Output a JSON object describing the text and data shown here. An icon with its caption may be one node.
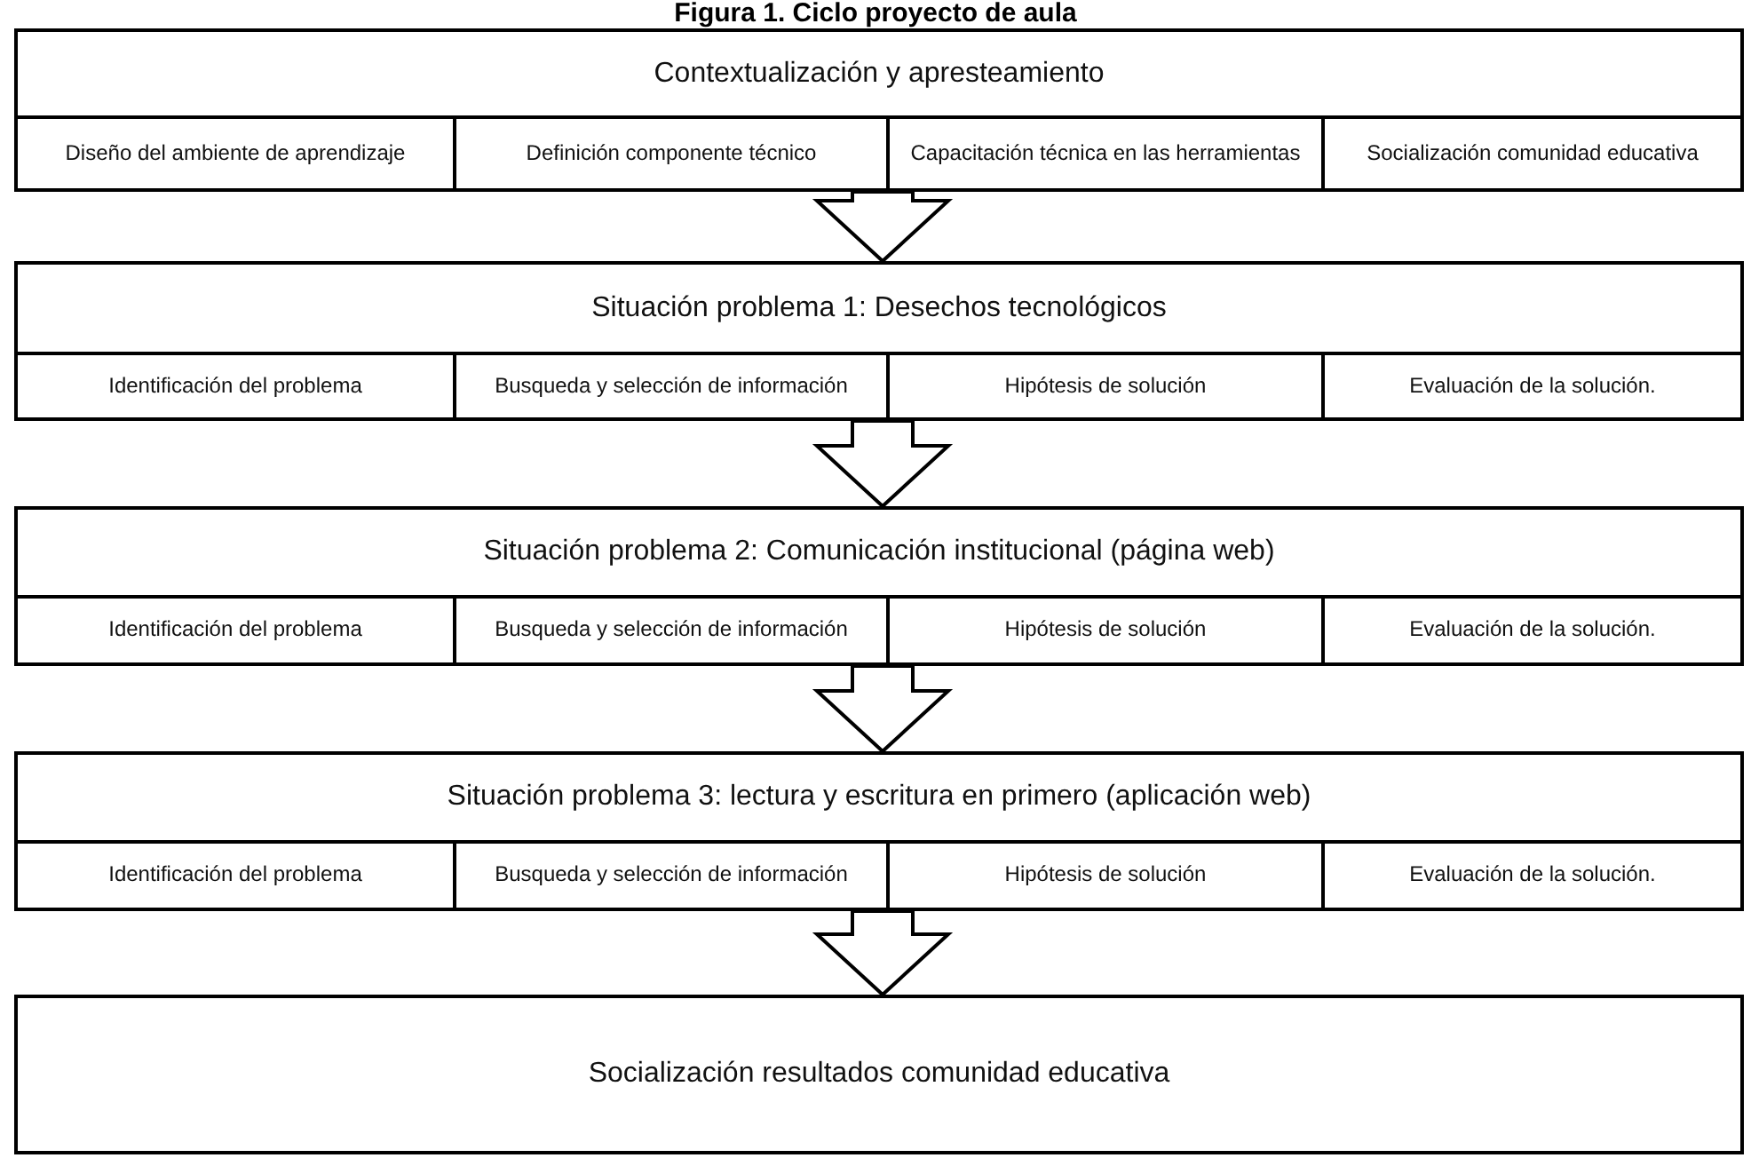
{
  "diagram": {
    "title": "Figura 1. Ciclo proyecto de aula",
    "nodes": [
      {
        "text": [
          "Contextualización y apresteamiento"
        ]
      },
      {
        "text": [
          "Diseño del ambiente de aprendizaje"
        ],
        "in": 0
      },
      {
        "text": [
          "Definición componente técnico"
        ],
        "in": 0
      },
      {
        "text": [
          "Capacitación técnica en las herramientas"
        ],
        "in": 0
      },
      {
        "text": [
          "Socialización comunidad educativa"
        ],
        "in": 0
      },
      {
        "text": [
          "Situación problema 1: Desechos tecnológicos"
        ]
      },
      {
        "text": [
          "Identificación del problema"
        ],
        "in": 5
      },
      {
        "text": [
          "Busqueda y selección de información"
        ],
        "in": 5
      },
      {
        "text": [
          "Hipótesis de solución"
        ],
        "in": 5
      },
      {
        "text": [
          "Evaluación de la solución."
        ],
        "in": 5
      },
      {
        "text": [
          "Situación problema 2: Comunicación institucional (página web)"
        ]
      },
      {
        "text": [
          "Identificación del problema"
        ],
        "in": 10
      },
      {
        "text": [
          "Busqueda y selección de información"
        ],
        "in": 10
      },
      {
        "text": [
          "Hipótesis de solución"
        ],
        "in": 10
      },
      {
        "text": [
          "Evaluación de la solución."
        ],
        "in": 10
      },
      {
        "text": [
          "Situación problema 3: lectura y escritura en primero (aplicación web)"
        ]
      },
      {
        "text": [
          "Identificación del problema"
        ],
        "in": 15
      },
      {
        "text": [
          "Busqueda y selección de información"
        ],
        "in": 15
      },
      {
        "text": [
          "Hipótesis de solución"
        ],
        "in": 15
      },
      {
        "text": [
          "Evaluación de la solución."
        ],
        "in": 15
      },
      {
        "text": [
          "Socialización resultados comunidad educativa"
        ]
      }
    ],
    "edges": [
      {
        "from": 0,
        "to": 5,
        "arrow": "to"
      },
      {
        "from": 5,
        "to": 10,
        "arrow": "to"
      },
      {
        "from": 10,
        "to": 15,
        "arrow": "to"
      },
      {
        "from": 15,
        "to": 20,
        "arrow": "to"
      }
    ]
  }
}
